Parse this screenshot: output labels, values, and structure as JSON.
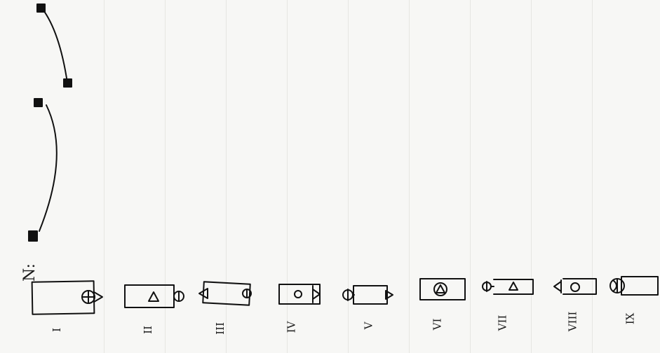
{
  "n_label": "N:",
  "roman_labels": [
    "I",
    "II",
    "III",
    "IV",
    "V",
    "VI",
    "VII",
    "VIII",
    "IX"
  ]
}
